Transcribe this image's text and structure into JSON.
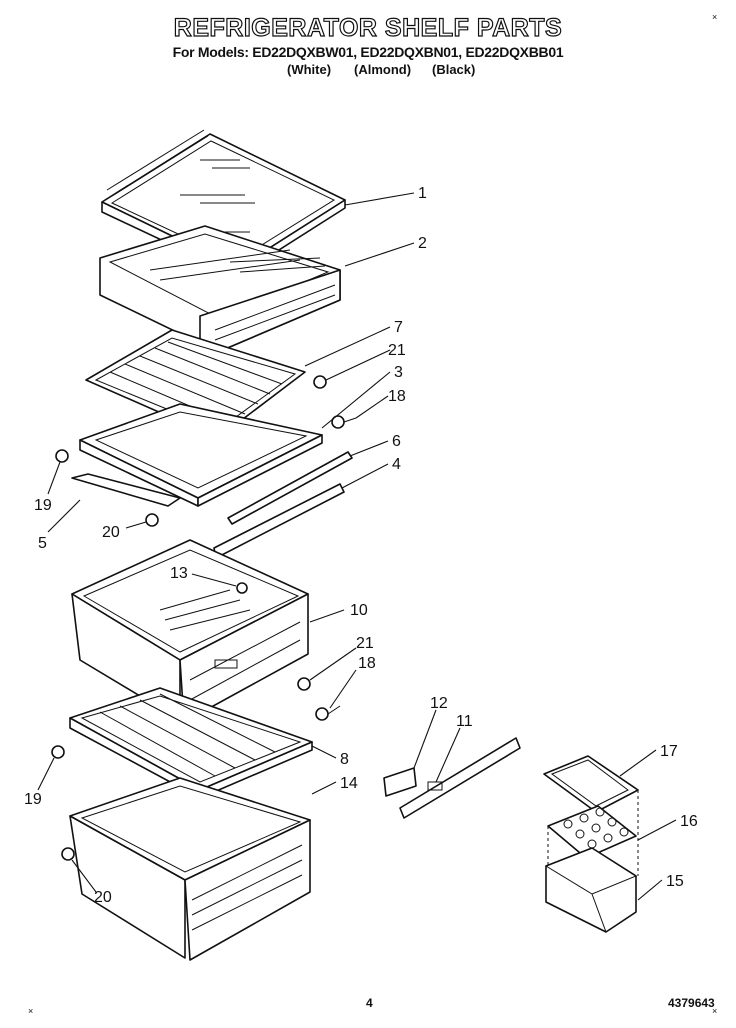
{
  "header": {
    "title": "REFRIGERATOR SHELF PARTS",
    "models_line": "For Models: ED22DQXBW01, ED22DQXBN01, ED22DQXBB01",
    "colors": [
      "(White)",
      "(Almond)",
      "(Black)"
    ]
  },
  "callouts": {
    "c1": "1",
    "c2": "2",
    "c7": "7",
    "c21a": "21",
    "c3": "3",
    "c18a": "18",
    "c6": "6",
    "c4": "4",
    "c19a": "19",
    "c5": "5",
    "c20a": "20",
    "c13": "13",
    "c10": "10",
    "c21b": "21",
    "c18b": "18",
    "c8": "8",
    "c19b": "19",
    "c14": "14",
    "c20b": "20",
    "c12": "12",
    "c11": "11",
    "c17": "17",
    "c16": "16",
    "c15": "15"
  },
  "footer": {
    "page_number": "4",
    "doc_number": "4379643",
    "corner_marks": [
      "×",
      "×",
      "×"
    ]
  }
}
